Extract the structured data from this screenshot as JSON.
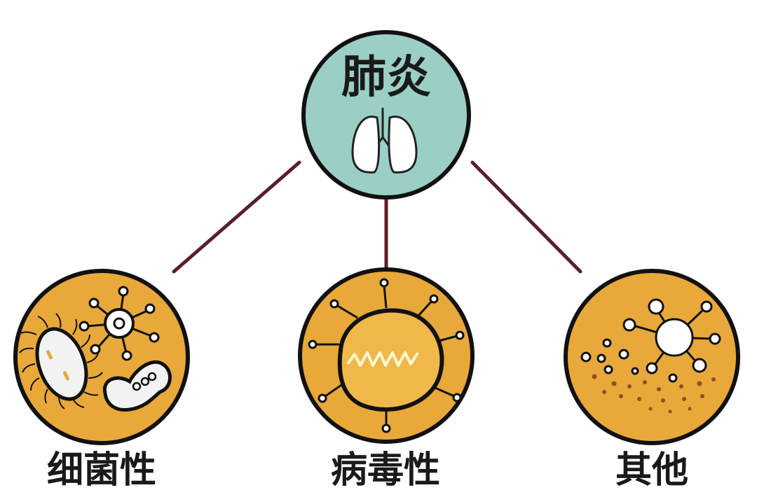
{
  "diagram": {
    "root": {
      "label": "肺炎",
      "icon": "lungs-icon"
    },
    "children": [
      {
        "label": "细菌性",
        "icon": "bacteria-icon"
      },
      {
        "label": "病毒性",
        "icon": "virus-icon"
      },
      {
        "label": "其他",
        "icon": "particles-icon"
      }
    ]
  },
  "colors": {
    "root_fill": "#9bcfc6",
    "child_fill": "#e8a93a",
    "outline": "#111111",
    "connector": "#5a1f2a",
    "label_text": "#1a1a1a"
  }
}
